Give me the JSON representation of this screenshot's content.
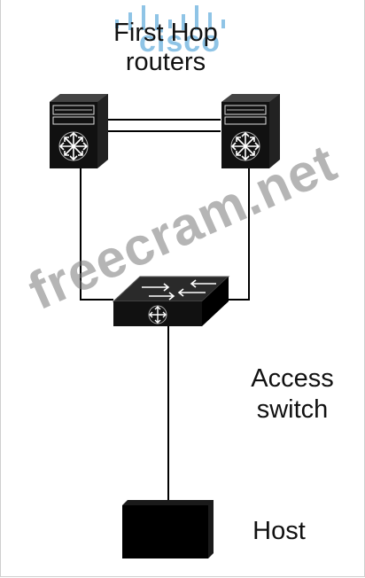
{
  "logo": {
    "text": "cisco"
  },
  "labels": {
    "first_hop_line1": "First Hop",
    "first_hop_line2": "routers",
    "access_line1": "Access",
    "access_line2": "switch",
    "host": "Host"
  },
  "watermark": {
    "text": "freecram.net"
  },
  "colors": {
    "device_fill": "#111111",
    "link": "#000000",
    "cisco_logo": "#8fc4e6",
    "watermark": "#808080"
  }
}
